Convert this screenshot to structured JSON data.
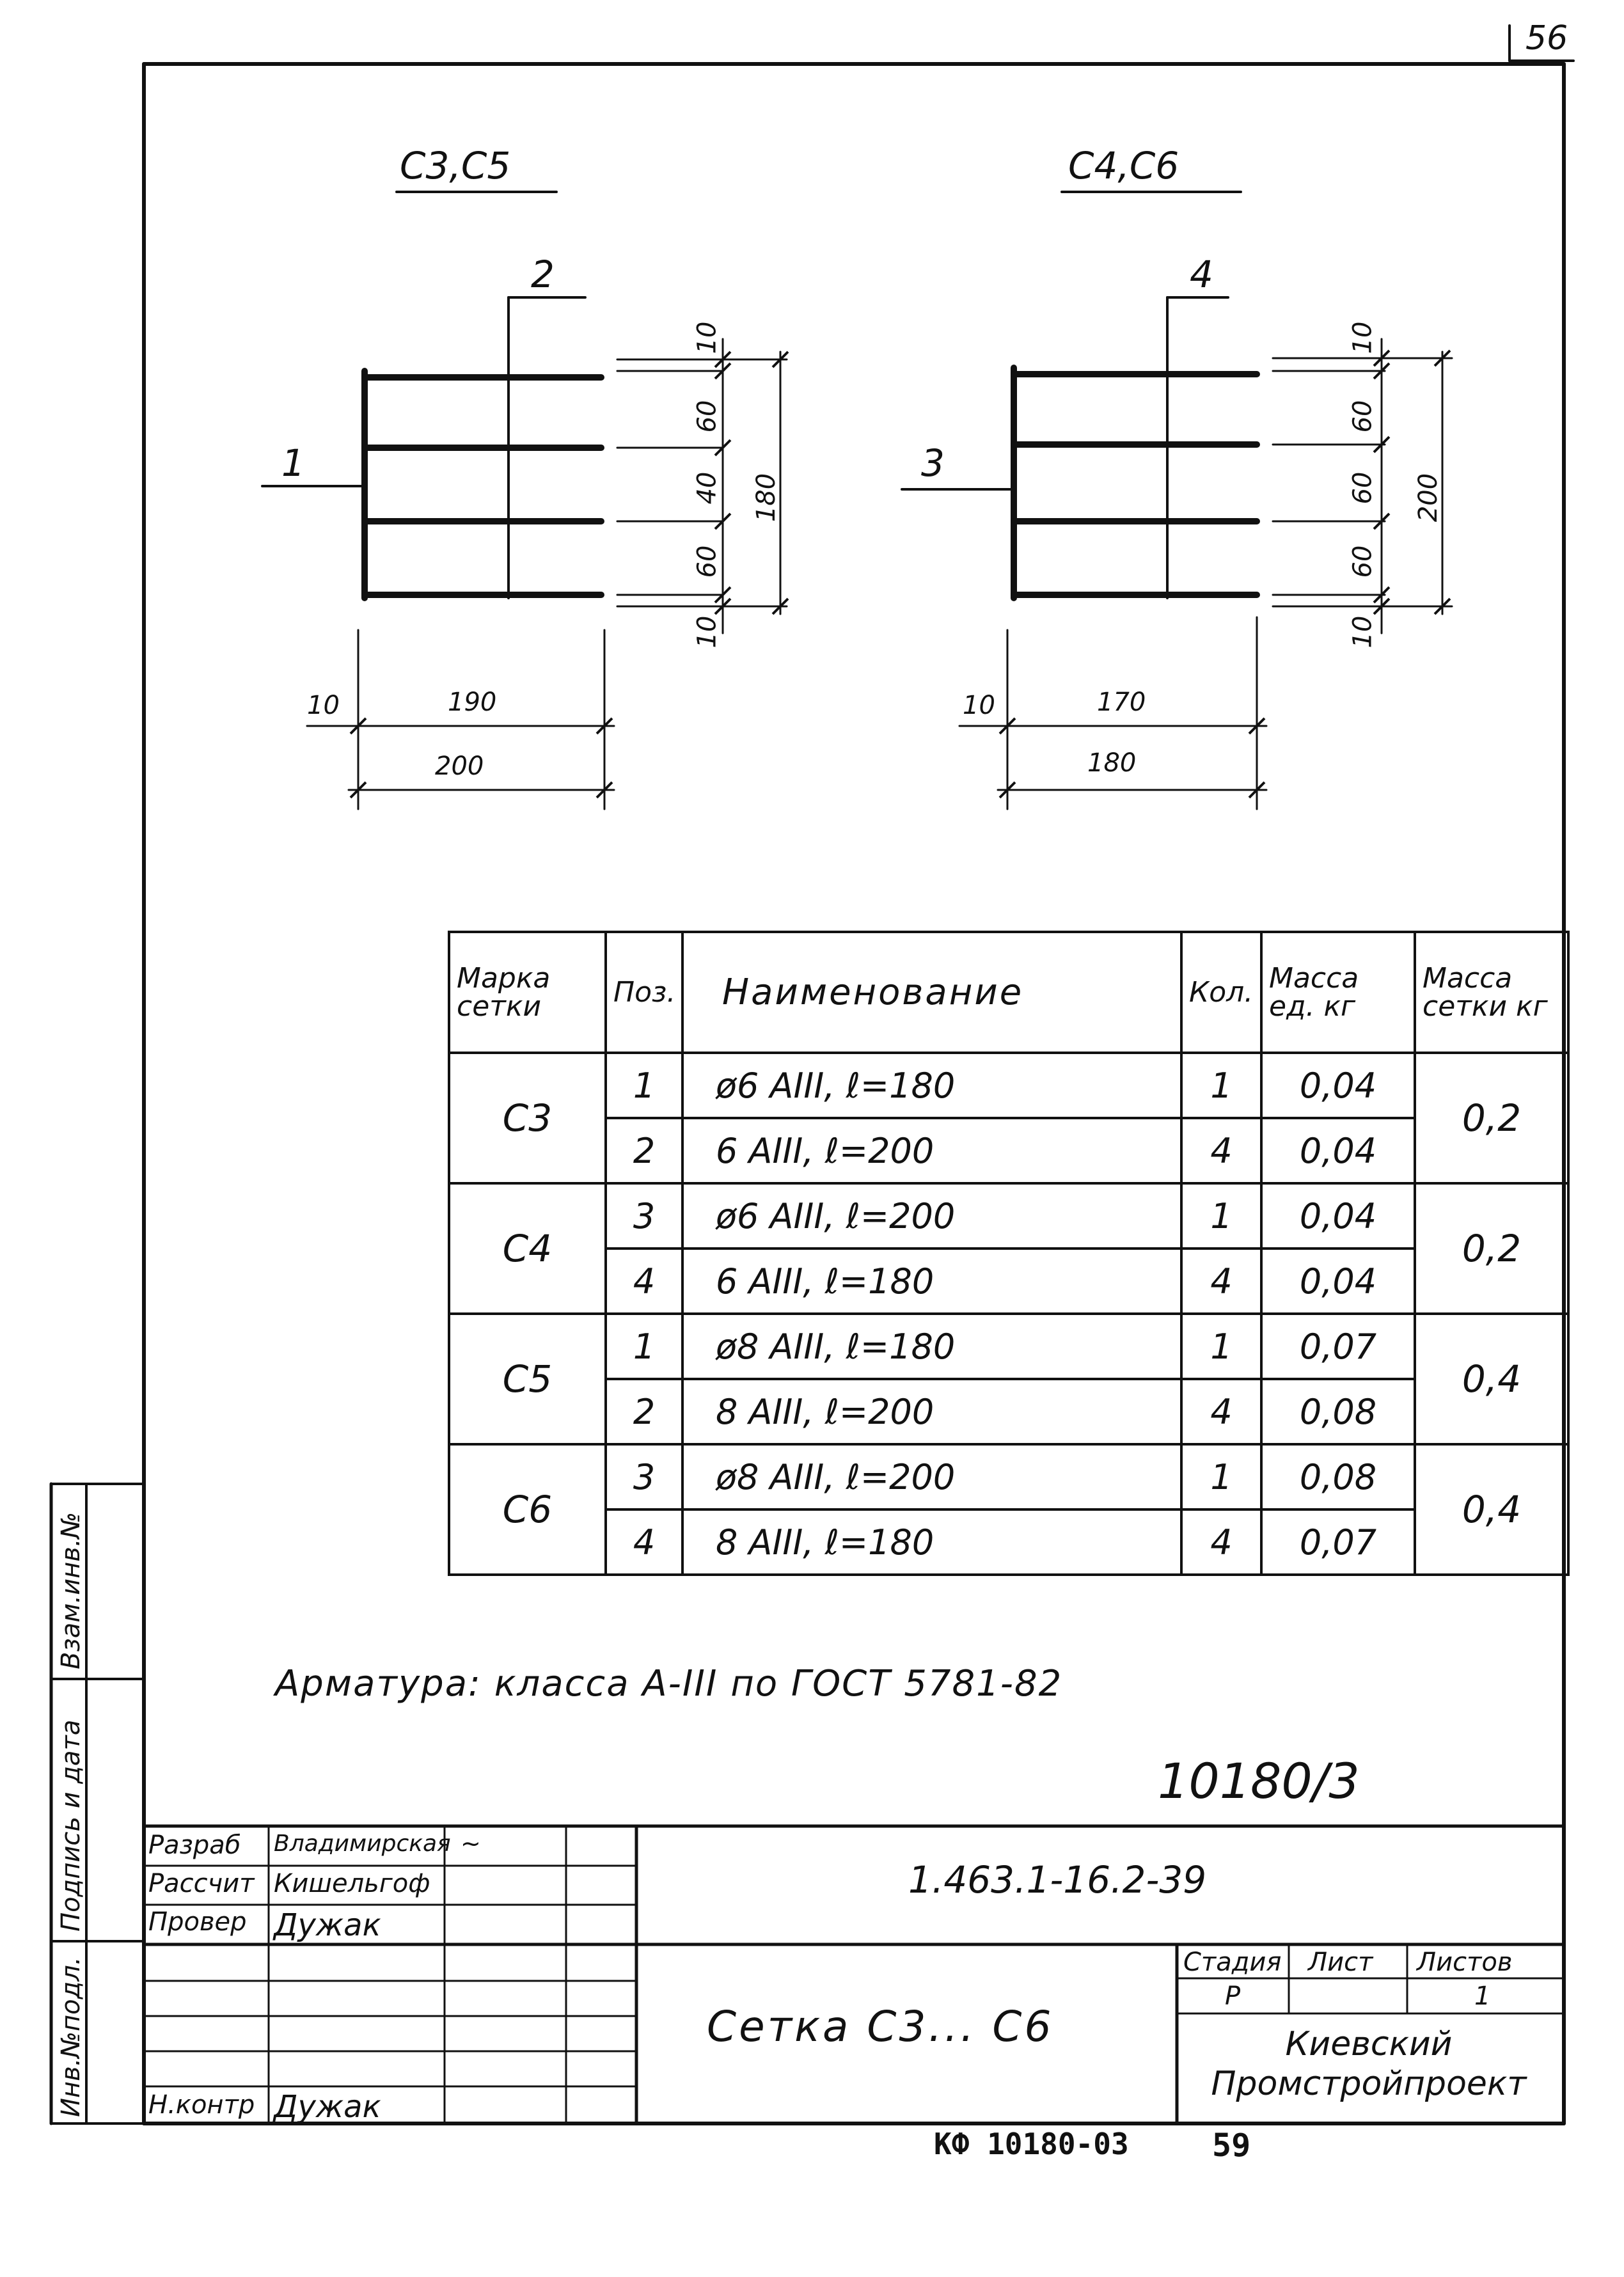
{
  "page_number": "56",
  "drawing1": {
    "title": "С3,С5",
    "pos_vertical": "1",
    "pos_horizontal": "2",
    "dims_vertical": [
      "10",
      "60",
      "40",
      "60",
      "10"
    ],
    "dim_total_vertical": "180",
    "dim_left": "10",
    "dim_inner": "190",
    "dim_total": "200"
  },
  "drawing2": {
    "title": "С4,С6",
    "pos_vertical": "3",
    "pos_horizontal": "4",
    "dims_vertical": [
      "10",
      "60",
      "60",
      "60",
      "10"
    ],
    "dim_total_vertical": "200",
    "dim_left": "10",
    "dim_inner": "170",
    "dim_total": "180"
  },
  "spec_table": {
    "headers": {
      "mark": "Марка сетки",
      "pos": "Поз.",
      "name": "Наименование",
      "qty": "Кол.",
      "unit_mass": "Масса ед. кг",
      "mesh_mass": "Масса сетки кг"
    },
    "groups": [
      {
        "mark": "С3",
        "total": "0,2",
        "rows": [
          {
            "pos": "1",
            "name": "ø6 АIII, ℓ=180",
            "qty": "1",
            "mass": "0,04"
          },
          {
            "pos": "2",
            "name": "6 АIII, ℓ=200",
            "qty": "4",
            "mass": "0,04"
          }
        ]
      },
      {
        "mark": "С4",
        "total": "0,2",
        "rows": [
          {
            "pos": "3",
            "name": "ø6 АIII, ℓ=200",
            "qty": "1",
            "mass": "0,04"
          },
          {
            "pos": "4",
            "name": "6 АIII, ℓ=180",
            "qty": "4",
            "mass": "0,04"
          }
        ]
      },
      {
        "mark": "С5",
        "total": "0,4",
        "rows": [
          {
            "pos": "1",
            "name": "ø8 АIII, ℓ=180",
            "qty": "1",
            "mass": "0,07"
          },
          {
            "pos": "2",
            "name": "8 АIII, ℓ=200",
            "qty": "4",
            "mass": "0,08"
          }
        ]
      },
      {
        "mark": "С6",
        "total": "0,4",
        "rows": [
          {
            "pos": "3",
            "name": "ø8 АIII, ℓ=200",
            "qty": "1",
            "mass": "0,08"
          },
          {
            "pos": "4",
            "name": "8 АIII, ℓ=180",
            "qty": "4",
            "mass": "0,07"
          }
        ]
      }
    ]
  },
  "note": "Арматура: класса А-III по ГОСТ 5781-82",
  "archive_no": "10180/3",
  "title_block": {
    "code": "1.463.1-16.2-39",
    "drawing_title": "Сетка С3... С6",
    "roles": [
      {
        "role": "Разраб",
        "name": "Владимирская"
      },
      {
        "role": "Рассчит",
        "name": "Кишельгоф"
      },
      {
        "role": "Провер",
        "name": "Дужак"
      },
      {
        "role": "",
        "name": ""
      },
      {
        "role": "",
        "name": ""
      },
      {
        "role": "",
        "name": ""
      },
      {
        "role": "Н.контр",
        "name": "Дужак"
      }
    ],
    "stage_label": "Стадия",
    "sheet_label": "Лист",
    "sheets_label": "Листов",
    "stage": "Р",
    "sheets": "1",
    "organization": "Киевский Промстройпроект"
  },
  "side_stamp": {
    "replace_inv": "Взам.инв.№",
    "sign_date": "Подпись и дата",
    "inv_orig": "Инв.№подл."
  },
  "footer": {
    "code": "КФ 10180-03",
    "page": "59"
  }
}
